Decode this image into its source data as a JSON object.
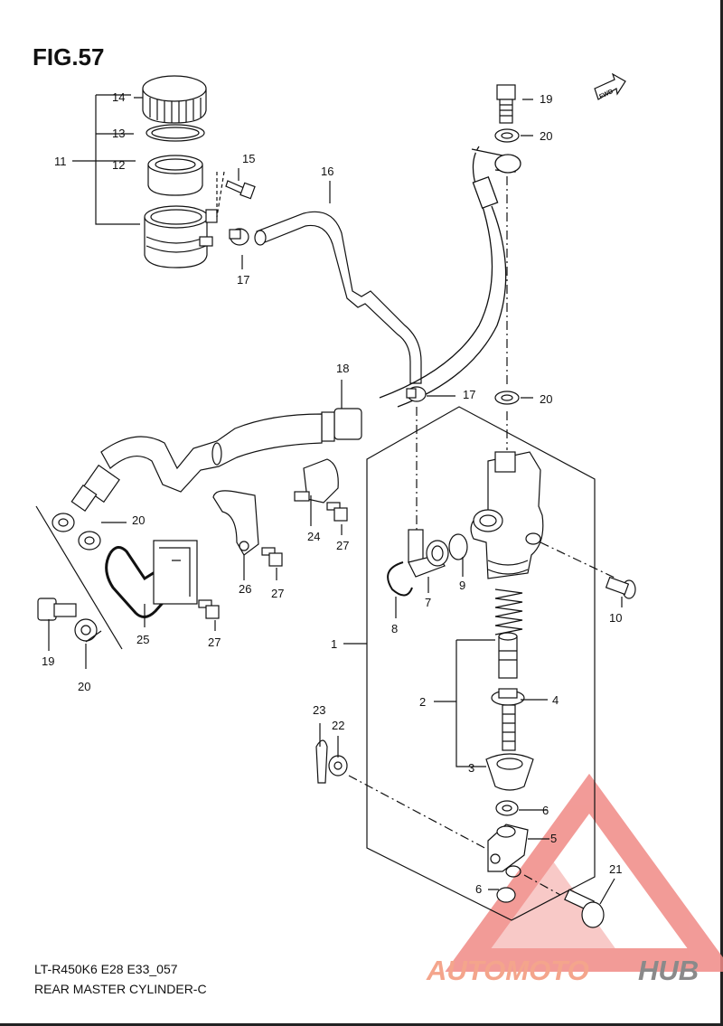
{
  "figure": {
    "title": "FIG.57",
    "model_code": "LT-R450K6 E28 E33_057",
    "caption": "REAR MASTER CYLINDER-C",
    "fwd_label": "FWD"
  },
  "watermark": {
    "prefix": "AUTOMOTO",
    "suffix": "HUB",
    "prefix_color": "#f4a58c",
    "suffix_color": "#8a8a8a",
    "triangle_color": "#f08a86"
  },
  "callouts": [
    {
      "id": "c14",
      "label": "14"
    },
    {
      "id": "c13",
      "label": "13"
    },
    {
      "id": "c11",
      "label": "11"
    },
    {
      "id": "c12",
      "label": "12"
    },
    {
      "id": "c15",
      "label": "15"
    },
    {
      "id": "c16",
      "label": "16"
    },
    {
      "id": "c17a",
      "label": "17"
    },
    {
      "id": "c19a",
      "label": "19"
    },
    {
      "id": "c20a",
      "label": "20"
    },
    {
      "id": "c18",
      "label": "18"
    },
    {
      "id": "c17b",
      "label": "17"
    },
    {
      "id": "c20b",
      "label": "20"
    },
    {
      "id": "c20c",
      "label": "20"
    },
    {
      "id": "c24",
      "label": "24"
    },
    {
      "id": "c27a",
      "label": "27"
    },
    {
      "id": "c26",
      "label": "26"
    },
    {
      "id": "c27b",
      "label": "27"
    },
    {
      "id": "c25",
      "label": "25"
    },
    {
      "id": "c27c",
      "label": "27"
    },
    {
      "id": "c19b",
      "label": "19"
    },
    {
      "id": "c20d",
      "label": "20"
    },
    {
      "id": "c7",
      "label": "7"
    },
    {
      "id": "c9",
      "label": "9"
    },
    {
      "id": "c8",
      "label": "8"
    },
    {
      "id": "c10",
      "label": "10"
    },
    {
      "id": "c1",
      "label": "1"
    },
    {
      "id": "c2",
      "label": "2"
    },
    {
      "id": "c4",
      "label": "4"
    },
    {
      "id": "c3",
      "label": "3"
    },
    {
      "id": "c23",
      "label": "23"
    },
    {
      "id": "c22",
      "label": "22"
    },
    {
      "id": "c6a",
      "label": "6"
    },
    {
      "id": "c5",
      "label": "5"
    },
    {
      "id": "c21",
      "label": "21"
    },
    {
      "id": "c6b",
      "label": "6"
    }
  ]
}
